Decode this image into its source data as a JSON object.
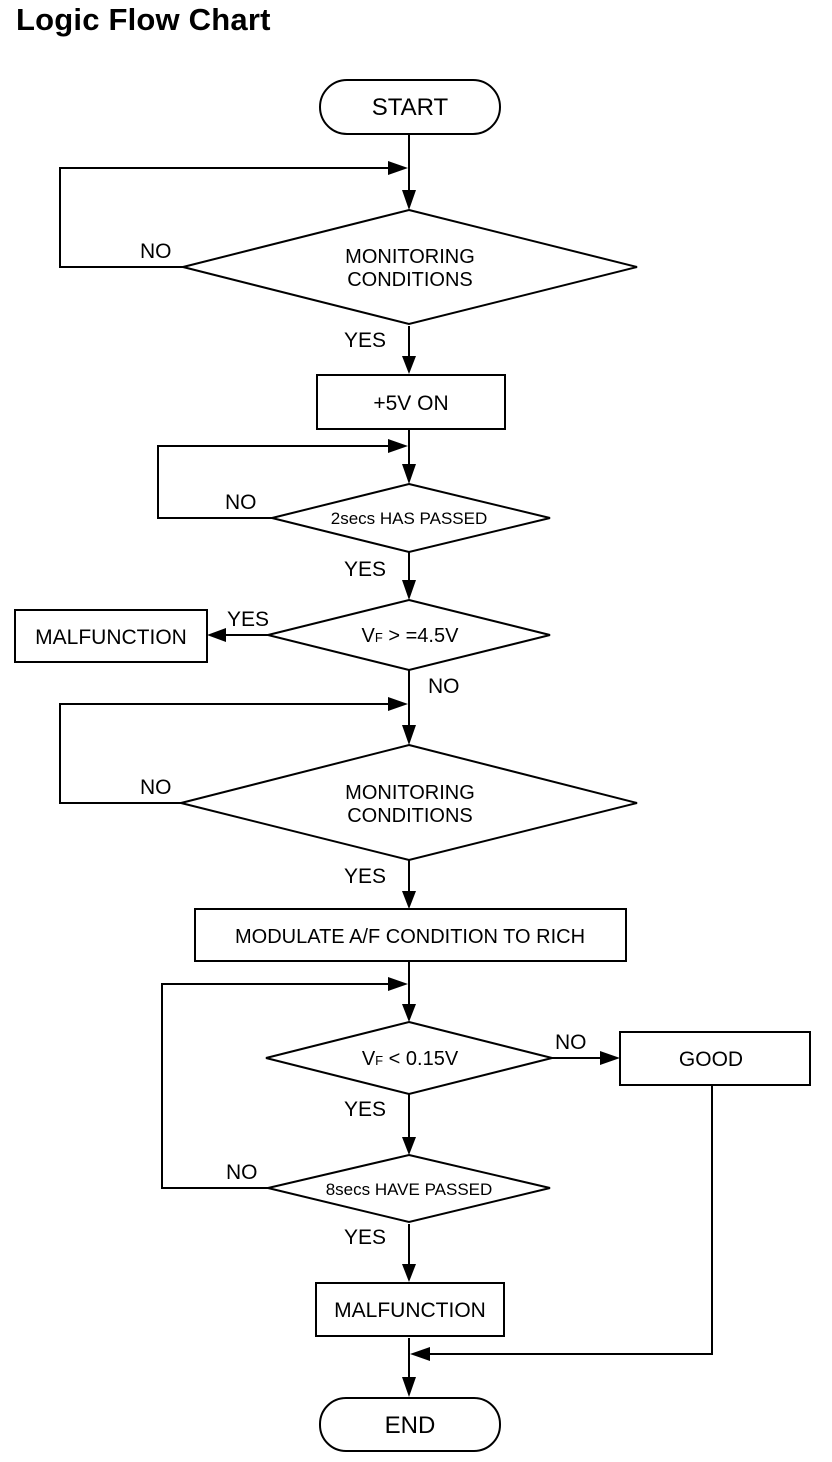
{
  "title": "Logic Flow Chart",
  "nodes": {
    "start": "START",
    "monitoring_1": [
      "MONITORING",
      "CONDITIONS"
    ],
    "power_on": "+5V ON",
    "wait_2s": "2secs HAS PASSED",
    "vf_high": {
      "prefix": "V",
      "sub": "F",
      "suffix": " > =4.5V"
    },
    "malfunction_1": "MALFUNCTION",
    "monitoring_2": [
      "MONITORING",
      "CONDITIONS"
    ],
    "modulate": "MODULATE A/F CONDITION TO RICH",
    "vf_low": {
      "prefix": "V",
      "sub": "F",
      "suffix": " < 0.15V"
    },
    "good": "GOOD",
    "wait_8s": "8secs HAVE PASSED",
    "malfunction_2": "MALFUNCTION",
    "end": "END"
  },
  "branch_labels": {
    "mon1_no": "NO",
    "mon1_yes": "YES",
    "wait2_no": "NO",
    "wait2_yes": "YES",
    "vfhigh_yes": "YES",
    "vfhigh_no": "NO",
    "mon2_no": "NO",
    "mon2_yes": "YES",
    "vflow_no": "NO",
    "vflow_yes": "YES",
    "wait8_no": "NO",
    "wait8_yes": "YES"
  }
}
